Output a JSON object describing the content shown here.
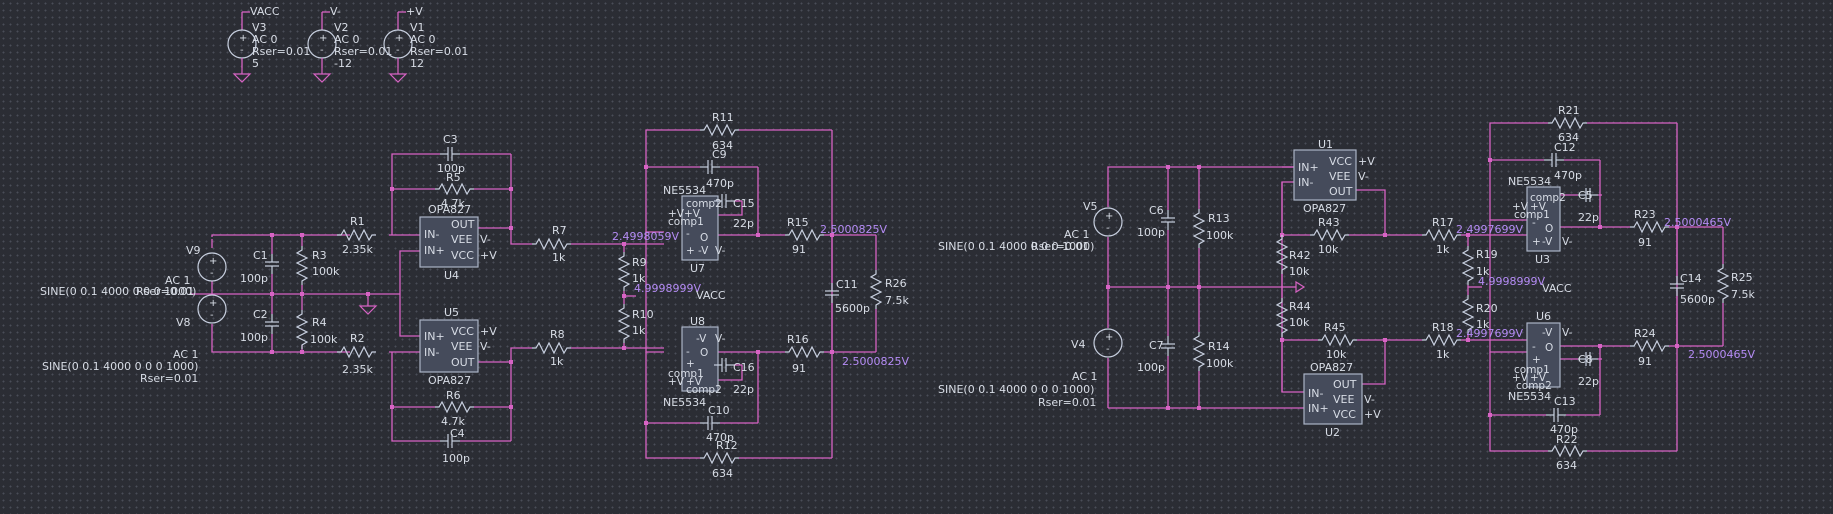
{
  "colors": {
    "background": "#2b2d34",
    "wire": "#d763c4",
    "component": "#c8d0e0",
    "text": "#d8dde6",
    "net_label": "#b58cf5",
    "opamp_fill": "#454b5b"
  },
  "sources": {
    "v3": {
      "net": "VACC",
      "name": "V3",
      "ac": "AC 0",
      "rser": "Rser=0.01",
      "value": "5"
    },
    "v2": {
      "net": "V-",
      "name": "V2",
      "ac": "AC 0",
      "rser": "Rser=0.01",
      "value": "-12"
    },
    "v1": {
      "net": "+V",
      "name": "V1",
      "ac": "AC 0",
      "rser": "Rser=0.01",
      "value": "12"
    }
  },
  "left": {
    "v9": {
      "name": "V9",
      "ac": "AC 1",
      "sine": "SINE(0 0.1 4000 0 0 0 1000)",
      "rser": "Rser=0.01"
    },
    "v8": {
      "name": "V8",
      "ac": "AC 1",
      "sine": "SINE(0 0.1 4000 0 0 0 1000)",
      "rser": "Rser=0.01"
    },
    "c1": {
      "name": "C1",
      "value": "100p"
    },
    "c2": {
      "name": "C2",
      "value": "100p"
    },
    "r3": {
      "name": "R3",
      "value": "100k"
    },
    "r4": {
      "name": "R4",
      "value": "100k"
    },
    "r1": {
      "name": "R1",
      "value": "2.35k"
    },
    "r2": {
      "name": "R2",
      "value": "2.35k"
    },
    "c3": {
      "name": "C3",
      "value": "100p"
    },
    "r5": {
      "name": "R5",
      "value": "4.7k"
    },
    "r6": {
      "name": "R6",
      "value": "4.7k"
    },
    "c4": {
      "name": "C4",
      "value": "100p"
    },
    "u4": {
      "name": "U4",
      "model": "OPA827"
    },
    "u5": {
      "name": "U5",
      "model": "OPA827"
    },
    "r7": {
      "name": "R7",
      "value": "1k"
    },
    "r8": {
      "name": "R8",
      "value": "1k"
    },
    "r9": {
      "name": "R9",
      "value": "1k"
    },
    "r10": {
      "name": "R10",
      "value": "1k"
    },
    "u7": {
      "name": "U7",
      "model": "NE5534"
    },
    "u8": {
      "name": "U8",
      "model": "NE5534"
    },
    "c9": {
      "name": "C9",
      "value": "470p"
    },
    "c10": {
      "name": "C10",
      "value": "470p"
    },
    "c15": {
      "name": "C15",
      "value": "22p"
    },
    "c16": {
      "name": "C16",
      "value": "22p"
    },
    "r11": {
      "name": "R11",
      "value": "634"
    },
    "r12": {
      "name": "R12",
      "value": "634"
    },
    "r15": {
      "name": "R15",
      "value": "91"
    },
    "r16": {
      "name": "R16",
      "value": "91"
    },
    "c11": {
      "name": "C11",
      "value": "5600p"
    },
    "r26": {
      "name": "R26",
      "value": "7.5k"
    },
    "nets": {
      "n1": "2.4998059V",
      "n2": "4.9998999V",
      "n3": "VACC",
      "n4": "2.5000825V",
      "n5": "2.5000825V"
    }
  },
  "right": {
    "v5": {
      "name": "V5",
      "ac": "AC 1",
      "sine": "SINE(0 0.1 4000 0 0 0 1000)",
      "rser": "Rser=0.01"
    },
    "v4": {
      "name": "V4",
      "ac": "AC 1",
      "sine": "SINE(0 0.1 4000 0 0 0 1000)",
      "rser": "Rser=0.01"
    },
    "c6": {
      "name": "C6",
      "value": "100p"
    },
    "c7": {
      "name": "C7",
      "value": "100p"
    },
    "r13": {
      "name": "R13",
      "value": "100k"
    },
    "r14": {
      "name": "R14",
      "value": "100k"
    },
    "u1": {
      "name": "U1",
      "model": "OPA827"
    },
    "u2": {
      "name": "U2",
      "model": "OPA827"
    },
    "r42": {
      "name": "R42",
      "value": "10k"
    },
    "r44": {
      "name": "R44",
      "value": "10k"
    },
    "r43": {
      "name": "R43",
      "value": "10k"
    },
    "r45": {
      "name": "R45",
      "value": "10k"
    },
    "r17": {
      "name": "R17",
      "value": "1k"
    },
    "r18": {
      "name": "R18",
      "value": "1k"
    },
    "r19": {
      "name": "R19",
      "value": "1k"
    },
    "r20": {
      "name": "R20",
      "value": "1k"
    },
    "u3": {
      "name": "U3",
      "model": "NE5534"
    },
    "u6": {
      "name": "U6",
      "model": "NE5534"
    },
    "c12": {
      "name": "C12",
      "value": "470p"
    },
    "c13": {
      "name": "C13",
      "value": "470p"
    },
    "c5": {
      "name": "C5",
      "value": "22p"
    },
    "c8": {
      "name": "C8",
      "value": "22p"
    },
    "r21": {
      "name": "R21",
      "value": "634"
    },
    "r22": {
      "name": "R22",
      "value": "634"
    },
    "r23": {
      "name": "R23",
      "value": "91"
    },
    "r24": {
      "name": "R24",
      "value": "91"
    },
    "c14": {
      "name": "C14",
      "value": "5600p"
    },
    "r25": {
      "name": "R25",
      "value": "7.5k"
    },
    "nets": {
      "n1": "2.4997699V",
      "n2": "4.9998999V",
      "n3": "VACC",
      "n4": "2.4997699V",
      "n5": "2.5000465V",
      "n6": "2.5000465V"
    }
  },
  "pins": {
    "out": "OUT",
    "vee": "VEE",
    "vcc": "VCC",
    "inm": "IN-",
    "inp": "IN+",
    "vm": "V-",
    "vp": "+V",
    "comp1": "comp1",
    "comp2": "comp2",
    "plus": "+",
    "minus": "-",
    "o": "O",
    "neg_v": "-V",
    "pos_v": "+V",
    "vplus": "+V"
  }
}
